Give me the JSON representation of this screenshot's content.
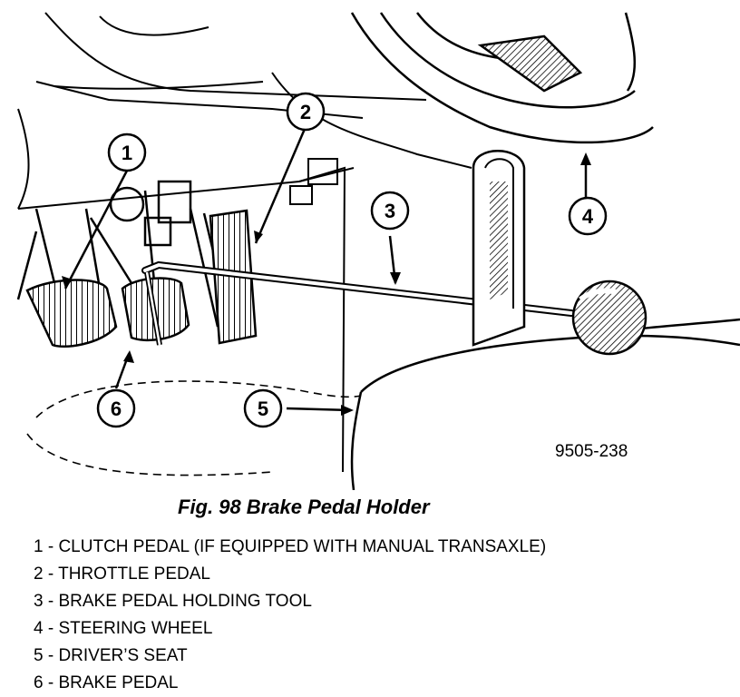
{
  "figure": {
    "code": "9505-238",
    "caption": "Fig. 98 Brake Pedal Holder"
  },
  "callouts": [
    {
      "number": "1",
      "label": "CLUTCH PEDAL (IF EQUIPPED WITH MANUAL TRANSAXLE)"
    },
    {
      "number": "2",
      "label": "THROTTLE PEDAL"
    },
    {
      "number": "3",
      "label": "BRAKE PEDAL HOLDING TOOL"
    },
    {
      "number": "4",
      "label": "STEERING WHEEL"
    },
    {
      "number": "5",
      "label": "DRIVER’S SEAT"
    },
    {
      "number": "6",
      "label": "BRAKE PEDAL"
    }
  ],
  "legend": [
    "1 - CLUTCH PEDAL (IF EQUIPPED WITH MANUAL TRANSAXLE)",
    "2 - THROTTLE PEDAL",
    "3 - BRAKE PEDAL HOLDING TOOL",
    "4 - STEERING WHEEL",
    "5 - DRIVER’S SEAT",
    "6 - BRAKE PEDAL"
  ]
}
